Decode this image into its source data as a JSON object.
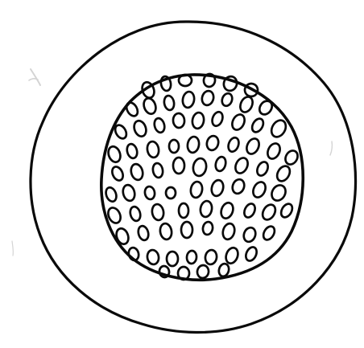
{
  "drawing": {
    "subject": "cell-sketch",
    "ink_color": "#0a0a0a",
    "paper_color": "#ffffff",
    "smudge_color": "#d4d4d4",
    "parts": [
      "outer-membrane",
      "inner-body",
      "granules"
    ]
  }
}
